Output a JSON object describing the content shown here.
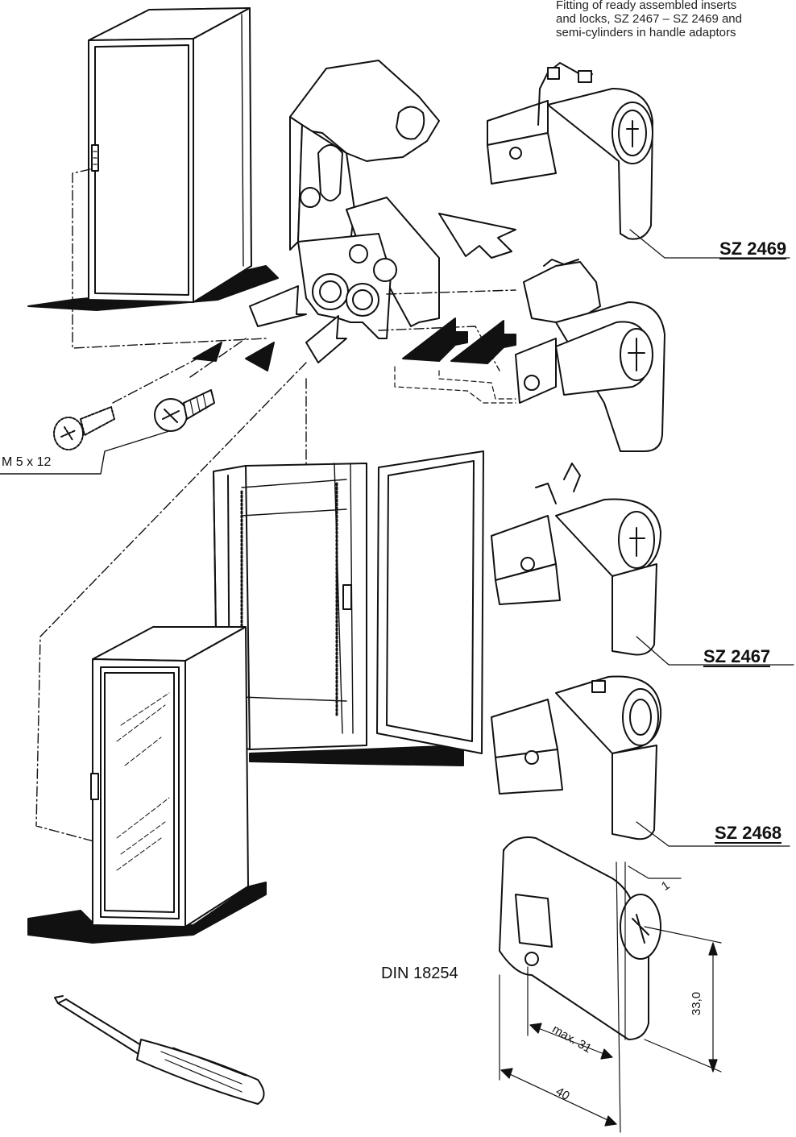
{
  "caption": "Fitting of ready assembled inserts\nand locks, SZ 2467 – SZ 2469 and\nsemi-cylinders in handle adaptors",
  "parts": {
    "sz2469": "SZ 2469",
    "sz2467": "SZ 2467",
    "sz2468": "SZ 2468"
  },
  "screw_label": "M 5 x 12",
  "standard_label": "DIN 18254",
  "dimensions": {
    "d1": "1",
    "d33": "33,0",
    "max31": "max. 31",
    "d40": "40"
  }
}
